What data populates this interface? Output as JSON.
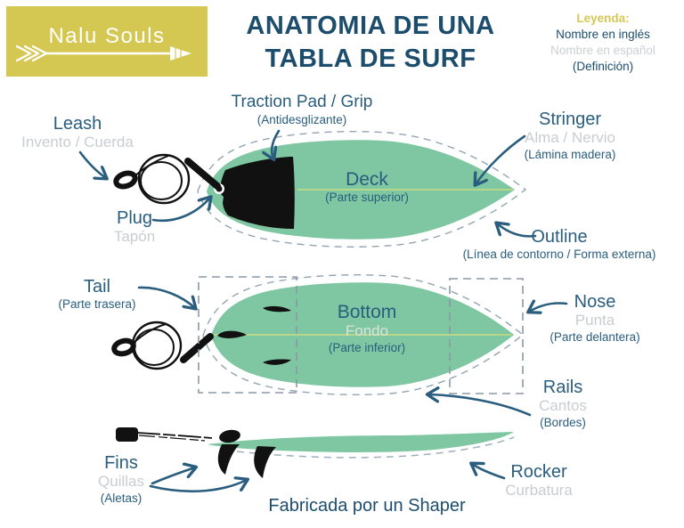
{
  "logo": {
    "name": "Nalu Souls"
  },
  "title": {
    "line1": "ANATOMIA DE UNA",
    "line2": "TABLA DE SURF"
  },
  "legend": {
    "heading": "Leyenda:",
    "english": "Nombre en inglés",
    "spanish": "Nombre en español",
    "definition": "(Definición)"
  },
  "labels": {
    "leash": {
      "en": "Leash",
      "es": "Invento / Cuerda"
    },
    "traction": {
      "en": "Traction Pad / Grip",
      "def": "(Antidesglizante)"
    },
    "plug": {
      "en": "Plug",
      "es": "Tapón"
    },
    "stringer": {
      "en": "Stringer",
      "es": "Alma / Nervio",
      "def": "(Lámina madera)"
    },
    "deck": {
      "en": "Deck",
      "def": "(Parte superior)"
    },
    "outline": {
      "en": "Outline",
      "def": "(Línea de contorno / Forma externa)"
    },
    "tail": {
      "en": "Tail",
      "def": "(Parte trasera)"
    },
    "bottom": {
      "en": "Bottom",
      "es": "Fondo",
      "def": "(Parte inferior)"
    },
    "nose": {
      "en": "Nose",
      "es": "Punta",
      "def": "(Parte delantera)"
    },
    "rails": {
      "en": "Rails",
      "es": "Cantos",
      "def": "(Bordes)"
    },
    "fins": {
      "en": "Fins",
      "es": "Quillas",
      "def": "(Aletas)"
    },
    "rocker": {
      "en": "Rocker",
      "es": "Curbatura"
    }
  },
  "footer": {
    "text": "Fabricada por un Shaper"
  },
  "icons": {
    "logo_arrow": "right-arrow"
  },
  "colors": {
    "accent_blue": "#2a5d7e",
    "title_blue": "#1d4d6d",
    "label_gray": "#c9cdd0",
    "brand_yellow": "#d4c752",
    "board_green": "#7ec7a2",
    "stringer_green": "#c8dc82",
    "ink_black": "#111111",
    "dash_gray": "#93a5b1"
  }
}
